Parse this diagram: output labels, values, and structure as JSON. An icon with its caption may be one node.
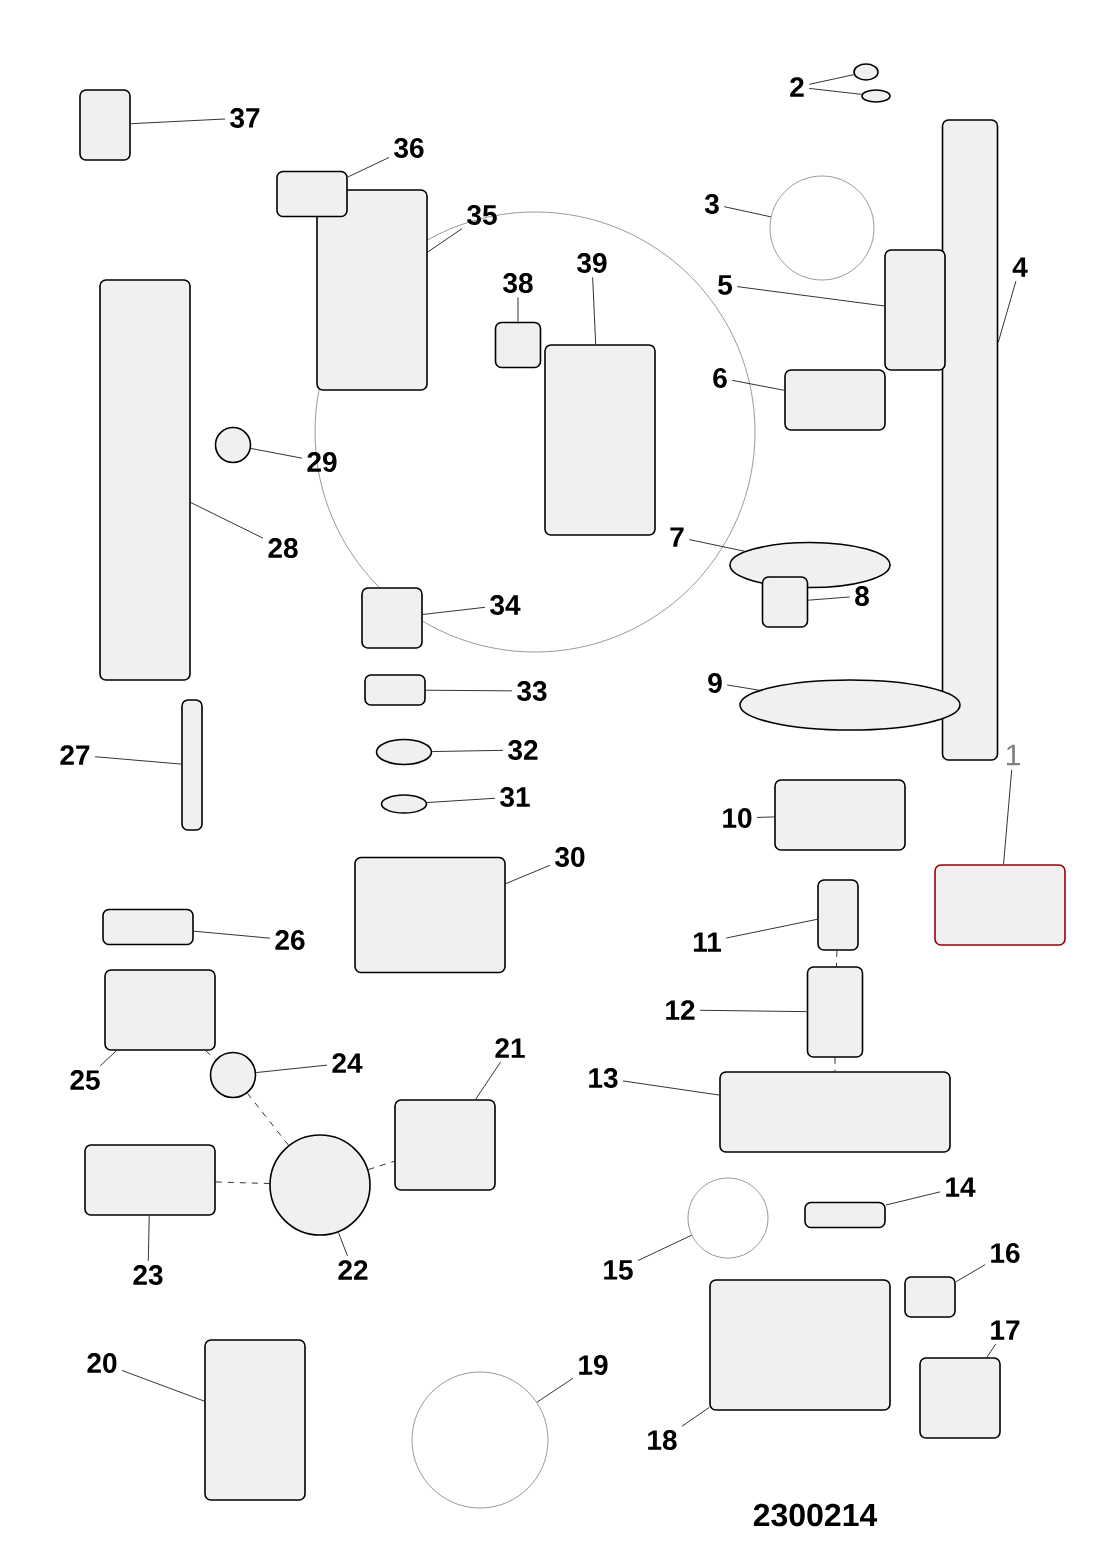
{
  "diagram": {
    "nodes": [
      {
        "text": [
          "1"
        ]
      },
      {
        "text": [
          "2"
        ]
      },
      {
        "text": [
          "3"
        ]
      },
      {
        "text": [
          "4"
        ]
      },
      {
        "text": [
          "5"
        ]
      },
      {
        "text": [
          "6"
        ]
      },
      {
        "text": [
          "7"
        ]
      },
      {
        "text": [
          "8"
        ]
      },
      {
        "text": [
          "9"
        ]
      },
      {
        "text": [
          "10"
        ]
      },
      {
        "text": [
          "11"
        ]
      },
      {
        "text": [
          "12"
        ]
      },
      {
        "text": [
          "13"
        ]
      },
      {
        "text": [
          "14"
        ]
      },
      {
        "text": [
          "15"
        ]
      },
      {
        "text": [
          "16"
        ]
      },
      {
        "text": [
          "17"
        ]
      },
      {
        "text": [
          "18"
        ]
      },
      {
        "text": [
          "19"
        ]
      },
      {
        "text": [
          "20"
        ]
      },
      {
        "text": [
          "21"
        ]
      },
      {
        "text": [
          "22"
        ]
      },
      {
        "text": [
          "23"
        ]
      },
      {
        "text": [
          "24"
        ]
      },
      {
        "text": [
          "25"
        ]
      },
      {
        "text": [
          "26"
        ]
      },
      {
        "text": [
          "27"
        ]
      },
      {
        "text": [
          "28"
        ]
      },
      {
        "text": [
          "29"
        ]
      },
      {
        "text": [
          "30"
        ]
      },
      {
        "text": [
          "31"
        ]
      },
      {
        "text": [
          "32"
        ]
      },
      {
        "text": [
          "33"
        ]
      },
      {
        "text": [
          "34"
        ]
      },
      {
        "text": [
          "35"
        ]
      },
      {
        "text": [
          "36"
        ]
      },
      {
        "text": [
          "37"
        ]
      },
      {
        "text": [
          "38"
        ]
      },
      {
        "text": [
          "39"
        ]
      },
      {
        "text": [],
        "shape": "box"
      },
      {
        "text": [],
        "shape": "ellipse"
      },
      {
        "text": [],
        "shape": "circle"
      },
      {
        "text": [],
        "shape": "box"
      },
      {
        "text": [],
        "shape": "box"
      },
      {
        "text": [],
        "shape": "box"
      },
      {
        "text": [],
        "shape": "ellipse"
      },
      {
        "text": [],
        "shape": "box"
      },
      {
        "text": [],
        "shape": "ellipse"
      },
      {
        "text": [],
        "shape": "box"
      },
      {
        "text": [],
        "shape": "box"
      },
      {
        "text": [],
        "shape": "box"
      },
      {
        "text": [],
        "shape": "box"
      },
      {
        "text": [],
        "shape": "box"
      },
      {
        "text": [],
        "shape": "circle"
      },
      {
        "text": [],
        "shape": "box"
      },
      {
        "text": [],
        "shape": "box"
      },
      {
        "text": [],
        "shape": "box"
      },
      {
        "text": [],
        "shape": "circle"
      },
      {
        "text": [],
        "shape": "box"
      },
      {
        "text": [],
        "shape": "box"
      },
      {
        "text": [],
        "shape": "ellipse"
      },
      {
        "text": [],
        "shape": "box"
      },
      {
        "text": [],
        "shape": "ellipse"
      },
      {
        "text": [],
        "shape": "box"
      },
      {
        "text": [],
        "shape": "box"
      },
      {
        "text": [],
        "shape": "box"
      },
      {
        "text": [],
        "shape": "box"
      },
      {
        "text": [],
        "shape": "ellipse"
      },
      {
        "text": [],
        "shape": "box"
      },
      {
        "text": [],
        "shape": "ellipse"
      },
      {
        "text": [],
        "shape": "ellipse"
      },
      {
        "text": [],
        "shape": "box"
      },
      {
        "text": [],
        "shape": "box"
      },
      {
        "text": [],
        "shape": "box"
      },
      {
        "text": [],
        "shape": "box"
      },
      {
        "text": [],
        "shape": "box"
      },
      {
        "text": [],
        "shape": "box"
      },
      {
        "text": [],
        "shape": "box"
      },
      {
        "text": [],
        "shape": "ellipse"
      }
    ],
    "edges": [
      {
        "from": 0,
        "to": 39,
        "arrow": "none"
      },
      {
        "from": 1,
        "to": 40,
        "arrow": "none"
      },
      {
        "from": 1,
        "to": 78,
        "arrow": "none"
      },
      {
        "from": 2,
        "to": 41,
        "arrow": "none"
      },
      {
        "from": 3,
        "to": 42,
        "arrow": "none"
      },
      {
        "from": 4,
        "to": 43,
        "arrow": "none"
      },
      {
        "from": 5,
        "to": 44,
        "arrow": "none"
      },
      {
        "from": 6,
        "to": 45,
        "arrow": "none"
      },
      {
        "from": 7,
        "to": 46,
        "arrow": "none"
      },
      {
        "from": 8,
        "to": 47,
        "arrow": "none"
      },
      {
        "from": 9,
        "to": 48,
        "arrow": "none"
      },
      {
        "from": 10,
        "to": 49,
        "arrow": "none"
      },
      {
        "from": 11,
        "to": 50,
        "arrow": "none"
      },
      {
        "from": 12,
        "to": 51,
        "arrow": "none"
      },
      {
        "from": 13,
        "to": 52,
        "arrow": "none"
      },
      {
        "from": 14,
        "to": 53,
        "arrow": "none"
      },
      {
        "from": 15,
        "to": 54,
        "arrow": "none"
      },
      {
        "from": 16,
        "to": 55,
        "arrow": "none"
      },
      {
        "from": 17,
        "to": 56,
        "arrow": "none"
      },
      {
        "from": 18,
        "to": 57,
        "arrow": "none"
      },
      {
        "from": 19,
        "to": 58,
        "arrow": "none"
      },
      {
        "from": 20,
        "to": 59,
        "arrow": "none"
      },
      {
        "from": 21,
        "to": 60,
        "arrow": "none"
      },
      {
        "from": 22,
        "to": 61,
        "arrow": "none"
      },
      {
        "from": 23,
        "to": 62,
        "arrow": "none"
      },
      {
        "from": 24,
        "to": 63,
        "arrow": "none"
      },
      {
        "from": 25,
        "to": 64,
        "arrow": "none"
      },
      {
        "from": 26,
        "to": 65,
        "arrow": "none"
      },
      {
        "from": 27,
        "to": 66,
        "arrow": "none"
      },
      {
        "from": 28,
        "to": 67,
        "arrow": "none"
      },
      {
        "from": 29,
        "to": 68,
        "arrow": "none"
      },
      {
        "from": 30,
        "to": 69,
        "arrow": "none"
      },
      {
        "from": 31,
        "to": 70,
        "arrow": "none"
      },
      {
        "from": 32,
        "to": 71,
        "arrow": "none"
      },
      {
        "from": 33,
        "to": 72,
        "arrow": "none"
      },
      {
        "from": 34,
        "to": 73,
        "arrow": "none"
      },
      {
        "from": 35,
        "to": 74,
        "arrow": "none"
      },
      {
        "from": 36,
        "to": 75,
        "arrow": "none"
      },
      {
        "from": 37,
        "to": 76,
        "arrow": "none"
      },
      {
        "from": 38,
        "to": 77,
        "arrow": "none"
      },
      {
        "from": 63,
        "to": 62,
        "arrow": "none",
        "style": "dashed"
      },
      {
        "from": 62,
        "to": 60,
        "arrow": "none",
        "style": "dashed"
      },
      {
        "from": 61,
        "to": 60,
        "arrow": "none",
        "style": "dashed"
      },
      {
        "from": 60,
        "to": 59,
        "arrow": "none",
        "style": "dashed"
      },
      {
        "from": 49,
        "to": 50,
        "arrow": "none",
        "style": "dashed"
      },
      {
        "from": 50,
        "to": 51,
        "arrow": "none",
        "style": "dashed"
      }
    ],
    "labels": [
      "2300214"
    ]
  }
}
